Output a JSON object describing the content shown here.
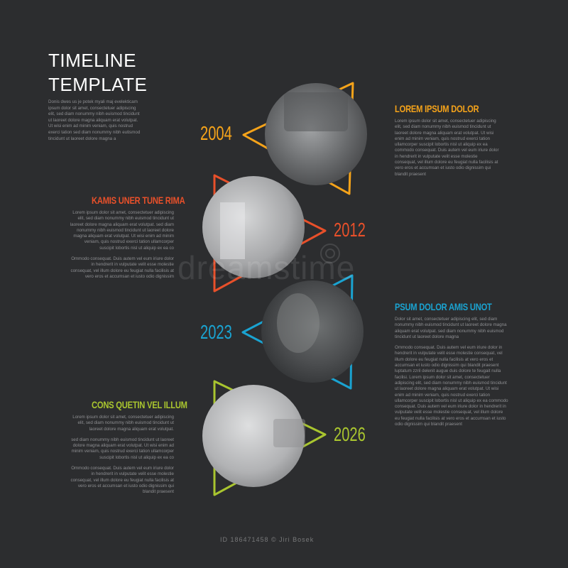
{
  "header": {
    "title_line1": "TIMELINE",
    "title_line2": "TEMPLATE",
    "intro": "Donis dwes us je potek myali maj evelekticam ipsum dolor sit amet, consectetuer adipiscing elit, sed diam nonummy nibh euismod tincidunt ut laoreet dolore magna aliquam erat volutpat. Ut wisi enim ad minim veniam, quis nostrud exerci tation sed diam nonummy nibh eutismod tincidunt ut laoreet dolore magna a"
  },
  "events": [
    {
      "year": "2004",
      "heading": "LOREM IPSUM DOLOR",
      "color": "#f5a31a",
      "paragraphs": [
        "Lorem ipsum dolor sit amet, consectetuer adipiscing elit, sed diam nonummy nibh euismod tincidunt ut laoreet dolore magna aliquam erat volutpat. Ut wisi enim ad minim veniam, quis nostrud exerci tation ullamcorper suscipit lobortis nisl ut aliquip ex ea commodo consequat. Duis autem vel eum iriure dolor in hendrerit in vulputate velit esse molestie consequat, vel illum dolore eu feugiat nulla facilisis at vero eros et accumsan et iusto odio dignissim qui blandit praesent"
      ]
    },
    {
      "year": "2012",
      "heading": "KAMIS UNER TUNE RIMA",
      "color": "#e8502a",
      "paragraphs": [
        "Lorem ipsum dolor sit amet, consectetuer adipiscing elit, sed diam nonummy nibh euismod tincidunt ut laoreet dolore magna aliquam erat volutpat. sed diam nonummy nibh euismod tincidunt ut laoreet dolore magna aliquam erat volutpat. Ut wisi enim ad minim veniam, quis nostrud exerci tation ullamcorper suscipit lobortis nisl ut aliquip ex ea co",
        "Ommodo consequat. Duis autem vel eum iriure dolor in hendrerit in vulputate velit esse molestie consequat, vel illum dolore eu feugiat nulla facilisis at vero eros et accumsan et iusto odio dignissim"
      ]
    },
    {
      "year": "2023",
      "heading": "PSUM DOLOR AMIS UNOT",
      "color": "#1aa3d1",
      "paragraphs": [
        "Dolor sit amet, consectetuer adipiscing elit, sed diam nonummy nibh euismod tincidunt ut laoreet dolore magna aliquam erat volutpat. sed diam nonummy nibh euismod tincidunt ut laoreet dolore magna",
        "Ommodo consequat. Duis autem vel eum iriure dolor in hendrerit in vulputate velit esse molestie consequat, vel illum dolore eu feugiat nulla facilisis at vero eros et accumsan et iusto odio dignissim qui blandit praesent luptatum zzril delenit augue duis dolore te feugait nulla facilisi. Lorem ipsum dolor sit amet, consectetuer adipiscing elit, sed diam nonummy nibh euismod tincidunt ut laoreet dolore magna aliquam erat volutpat. Ut wisi enim ad minim veniam, quis nostrud exerci tation ullamcorper suscipit lobortis nisl ut aliquip ex ea commodo consequat. Duis autem vel eum iriure dolor in hendrerit in vulputate velit esse molestie consequat, vel illum dolore eu feugiat nulla facilisis at vero eros et accumsan et iusto odio dignissim qui blandit praesent"
      ]
    },
    {
      "year": "2026",
      "heading": "CONS QUETIN VEL ILLUM",
      "color": "#a9c52f",
      "paragraphs": [
        "Lorem ipsum dolor sit amet, consectetuer adipiscing elit, sed diam nonummy nibh euismod tincidunt ut laoreet dolore magna aliquam erat volutpat.",
        "sed diam nonummy nibh euismod tincidunt ut laoreet dolore magna aliquam erat volutpat. Ut wisi enim ad minim veniam, quis nostrud exerci tation ullamcorper suscipit lobortis nisl ut aliquip ex ea co",
        "Ommodo consequat. Duis autem vel eum iriure dolor in hendrerit in vulputate velit esse molestie consequat, vel illum dolore eu feugiat nulla facilisis at vero eros et accumsan et iusto odio dignissim qui blandit praesent"
      ]
    }
  ],
  "watermark": {
    "text": "dreamstime",
    "sub": "ID 186471458 © Jiri Bosek"
  }
}
